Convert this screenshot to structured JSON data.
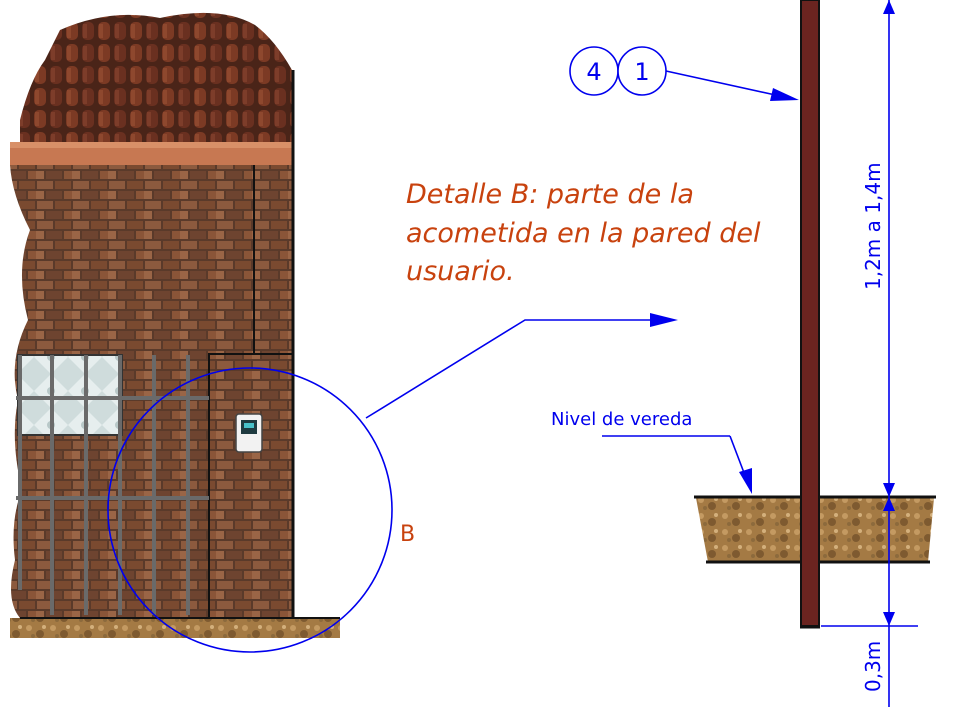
{
  "detail_title": {
    "lines": [
      "Detalle B: parte de la",
      "acometida en la pared del",
      "usuario."
    ]
  },
  "balloons": {
    "first": "4",
    "second": "1"
  },
  "detail_circle_label": "B",
  "ground_label": "Nivel de vereda",
  "dimensions": {
    "upper": "1,2m a 1,4m",
    "lower": "0,3m"
  },
  "colors": {
    "annotation_blue": "#0000ee",
    "title_red": "#c8420e",
    "pole": "#6b2420",
    "brick": "#8a5a3c",
    "roof_tile": "#7a3a22",
    "soil": "#b08850"
  }
}
